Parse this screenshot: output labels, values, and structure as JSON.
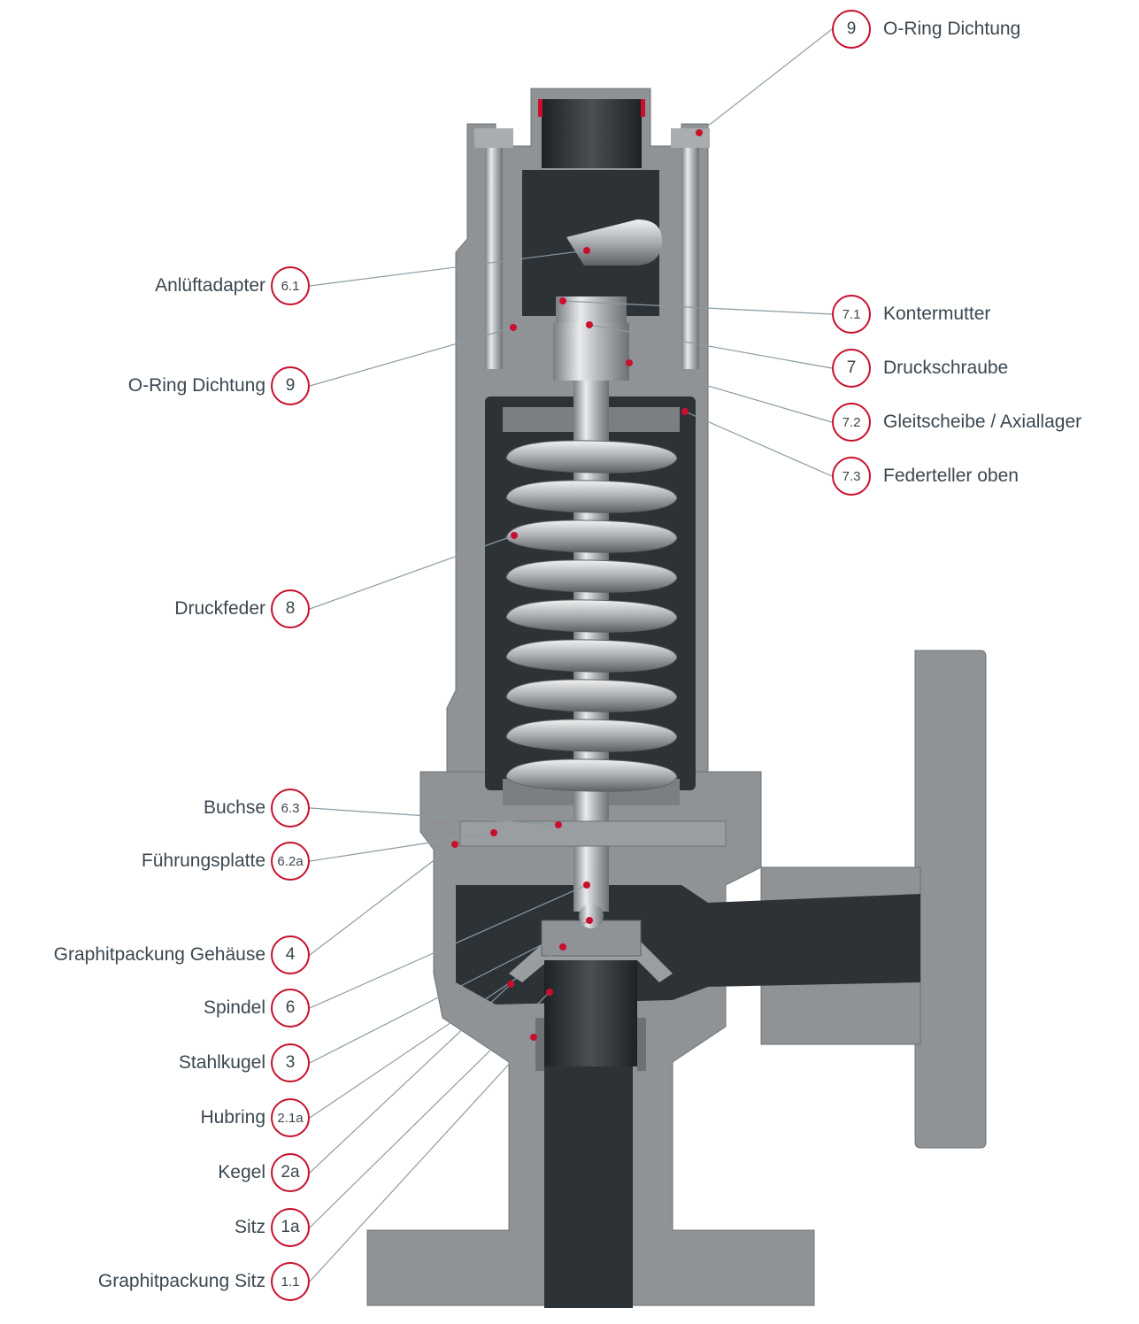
{
  "colors": {
    "accent": "#c8102e",
    "text": "#3b4750",
    "leader": "#8b9aa3",
    "section": "#8f9395",
    "cavity": "#2d3236"
  },
  "labels": [
    {
      "id": "l9top",
      "number": "9",
      "text": "O-Ring Dichtung"
    },
    {
      "id": "l61",
      "number": "6.1",
      "text": "Anlüftadapter"
    },
    {
      "id": "l71",
      "number": "7.1",
      "text": "Kontermutter"
    },
    {
      "id": "l7",
      "number": "7",
      "text": "Druckschraube"
    },
    {
      "id": "l9left",
      "number": "9",
      "text": "O-Ring Dichtung"
    },
    {
      "id": "l72",
      "number": "7.2",
      "text": "Gleitscheibe / Axiallager"
    },
    {
      "id": "l73",
      "number": "7.3",
      "text": "Federteller oben"
    },
    {
      "id": "l8",
      "number": "8",
      "text": "Druckfeder"
    },
    {
      "id": "l63",
      "number": "6.3",
      "text": "Buchse"
    },
    {
      "id": "l62a",
      "number": "6.2a",
      "text": "Führungsplatte"
    },
    {
      "id": "l4",
      "number": "4",
      "text": "Graphitpackung Gehäuse"
    },
    {
      "id": "l6",
      "number": "6",
      "text": "Spindel"
    },
    {
      "id": "l3",
      "number": "3",
      "text": "Stahlkugel"
    },
    {
      "id": "l21a",
      "number": "2.1a",
      "text": "Hubring"
    },
    {
      "id": "l2a",
      "number": "2a",
      "text": "Kegel"
    },
    {
      "id": "l1a",
      "number": "1a",
      "text": "Sitz"
    },
    {
      "id": "l11",
      "number": "1.1",
      "text": "Graphitpackung Sitz"
    }
  ]
}
